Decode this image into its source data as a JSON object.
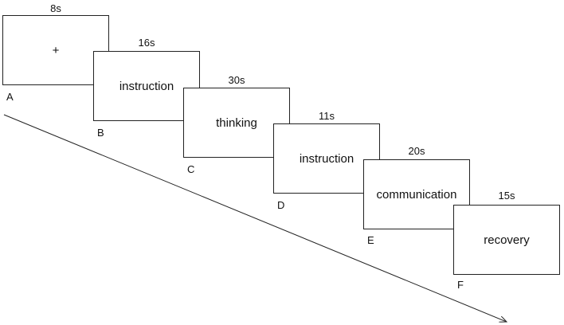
{
  "stages": [
    {
      "label": "A",
      "duration": "8s",
      "content": "+"
    },
    {
      "label": "B",
      "duration": "16s",
      "content": "instruction"
    },
    {
      "label": "C",
      "duration": "30s",
      "content": "thinking"
    },
    {
      "label": "D",
      "duration": "11s",
      "content": "instruction"
    },
    {
      "label": "E",
      "duration": "20s",
      "content": "communication"
    },
    {
      "label": "F",
      "duration": "15s",
      "content": "recovery"
    }
  ],
  "colors": {
    "stroke": "#222222",
    "background": "#ffffff",
    "text": "#111111"
  }
}
